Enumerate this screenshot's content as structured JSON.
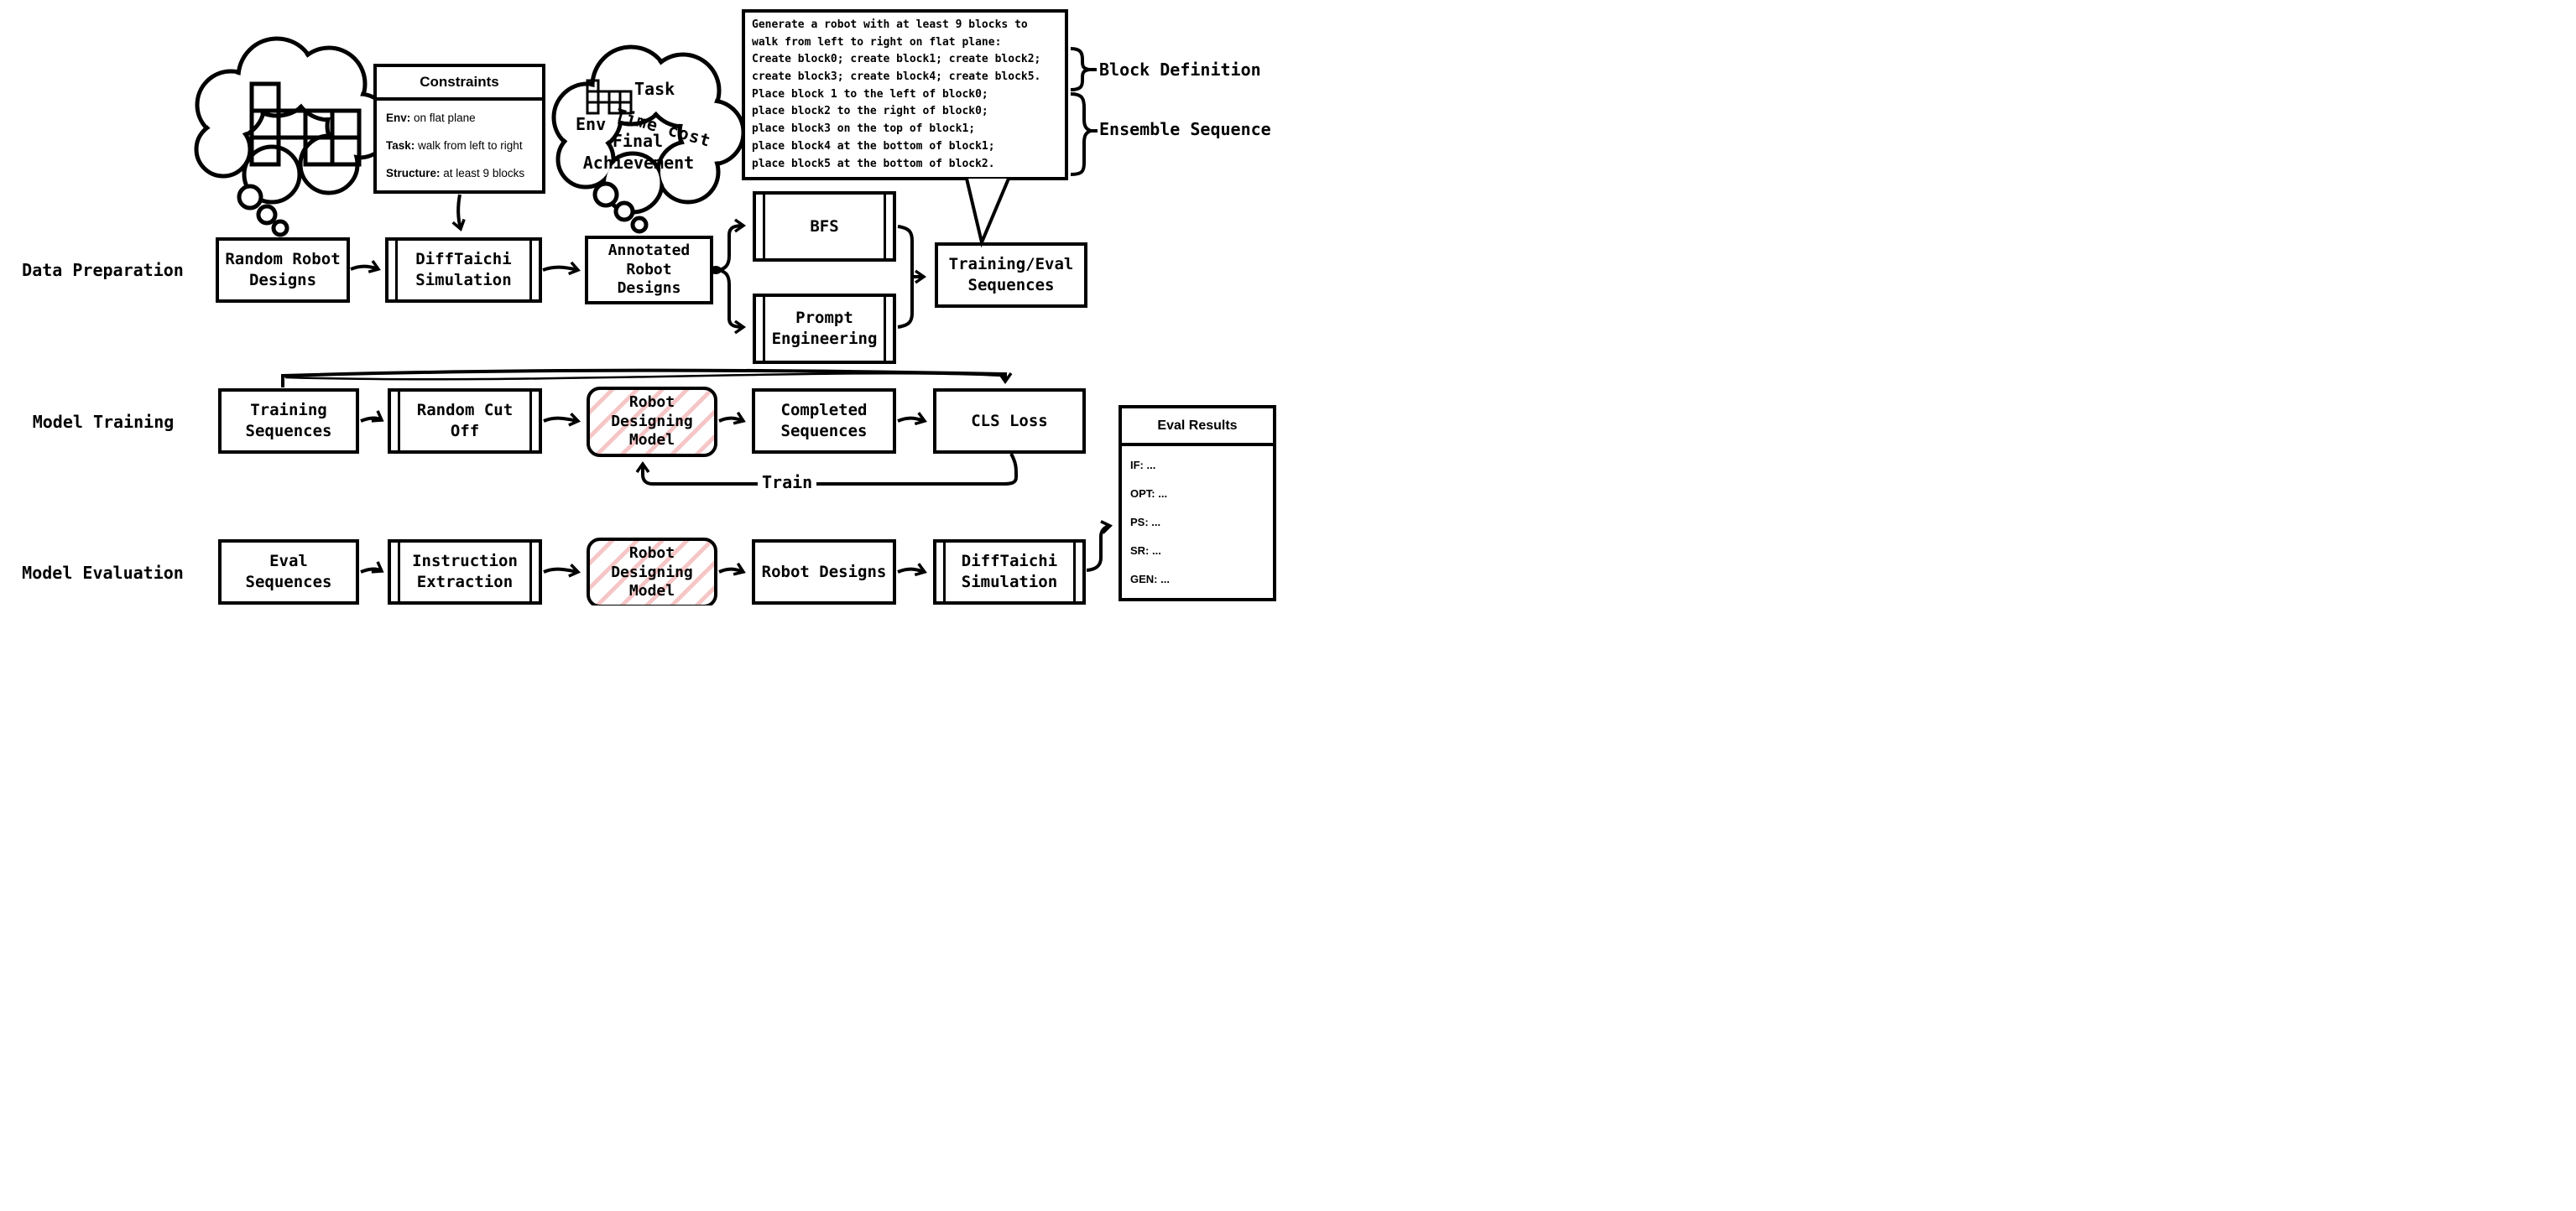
{
  "row_labels": {
    "data_preparation": "Data Preparation",
    "model_training": "Model Training",
    "model_evaluation": "Model Evaluation"
  },
  "cloud_right": {
    "task": "Task",
    "env": "Env",
    "time_cost": "Time cost",
    "final": "Final",
    "achievement": "Achievement"
  },
  "constraints_box": {
    "title": "Constraints",
    "items": [
      {
        "key": "Env:",
        "value": "on flat plane"
      },
      {
        "key": "Task:",
        "value": "walk from left to right"
      },
      {
        "key": "Structure:",
        "value": "at least 9 blocks"
      }
    ]
  },
  "prompt_box": {
    "lines": [
      "Generate a robot with at least 9 blocks to",
      "walk from left to right on flat plane:",
      "Create block0; create block1; create block2;",
      "create block3; create block4; create block5.",
      "Place block 1 to the left of block0;",
      "place block2 to the right of block0;",
      "place block3 on the top of block1;",
      "place block4 at the bottom of block1;",
      "place block5 at the bottom of block2."
    ]
  },
  "annotations": {
    "block_definition": "Block Definition",
    "ensemble_sequence": "Ensemble Sequence"
  },
  "data_preparation": {
    "boxes": {
      "random_robot_designs": "Random Robot\nDesigns",
      "difftaichi_simulation": "DiffTaichi\nSimulation",
      "annotated_robot_designs": "Annotated\nRobot\nDesigns",
      "bfs": "BFS",
      "prompt_engineering": "Prompt\nEngineering",
      "training_eval_sequences": "Training/Eval\nSequences"
    }
  },
  "model_training": {
    "train_label": "Train",
    "boxes": {
      "training_sequences": "Training\nSequences",
      "random_cut_off": "Random Cut\nOff",
      "robot_designing_model": "Robot\nDesigning\nModel",
      "completed_sequences": "Completed\nSequences",
      "cls_loss": "CLS Loss"
    }
  },
  "model_evaluation": {
    "boxes": {
      "eval_sequences": "Eval\nSequences",
      "instruction_extraction": "Instruction\nExtraction",
      "robot_designing_model": "Robot\nDesigning\nModel",
      "robot_designs": "Robot Designs",
      "difftaichi_simulation": "DiffTaichi\nSimulation"
    }
  },
  "eval_results_box": {
    "title": "Eval Results",
    "items": [
      "IF: ...",
      "OPT: ...",
      "PS: ...",
      "SR: ...",
      "GEN: ..."
    ]
  }
}
